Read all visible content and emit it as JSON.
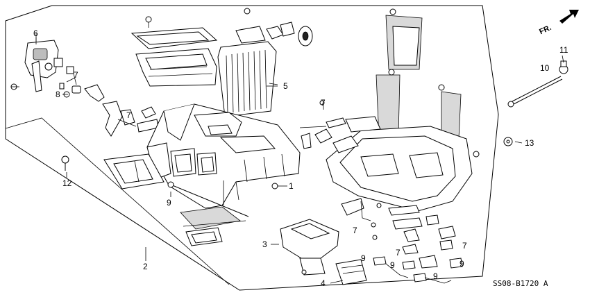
{
  "diagram_code": "SS08-B1720 A",
  "direction_label": "FR.",
  "callouts": {
    "c1": "1",
    "c2": "2",
    "c3": "3",
    "c4": "4",
    "c5": "5",
    "c6": "6",
    "c7a": "7",
    "c7b": "7",
    "c7c": "7",
    "c7d": "7",
    "c7e": "7",
    "c7f": "7",
    "c8": "8",
    "c9a": "9",
    "c9b": "9",
    "c9c": "9",
    "c9d": "9",
    "c9e": "9",
    "c10": "10",
    "c11": "11",
    "c12": "12",
    "c13": "13"
  }
}
